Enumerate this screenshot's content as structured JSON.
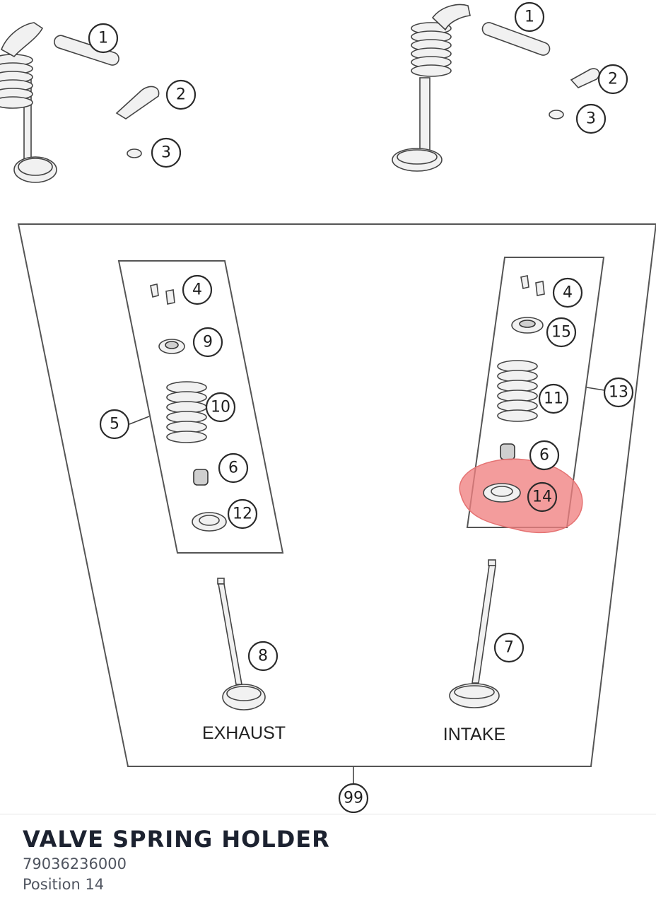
{
  "diagram": {
    "callouts": {
      "c1_left": "1",
      "c2_left": "2",
      "c3_left": "3",
      "c1_right": "1",
      "c2_right": "2",
      "c3_right": "3",
      "c4_left": "4",
      "c9": "9",
      "c10": "10",
      "c5": "5",
      "c6_left": "6",
      "c12": "12",
      "c4_right": "4",
      "c15": "15",
      "c11": "11",
      "c13": "13",
      "c6_right": "6",
      "c14": "14",
      "c8": "8",
      "c7": "7",
      "c99": "99"
    },
    "labels": {
      "exhaust": "EXHAUST",
      "intake": "INTAKE"
    },
    "highlight": {
      "position": "14",
      "color": "#f08080"
    }
  },
  "part": {
    "name": "VALVE SPRING HOLDER",
    "number": "79036236000",
    "position_label": "Position 14"
  }
}
